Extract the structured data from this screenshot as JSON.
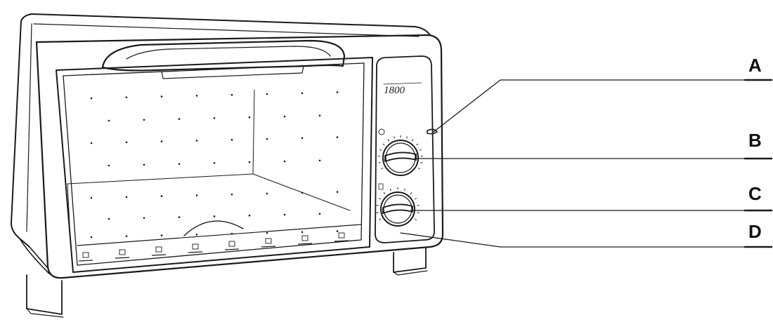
{
  "diagram": {
    "brand_label": "1800",
    "callouts": [
      {
        "id": "A",
        "label": "A"
      },
      {
        "id": "B",
        "label": "B"
      },
      {
        "id": "C",
        "label": "C"
      },
      {
        "id": "D",
        "label": "D"
      }
    ],
    "colors": {
      "line": "#1a1a1a",
      "background": "#ffffff"
    }
  }
}
